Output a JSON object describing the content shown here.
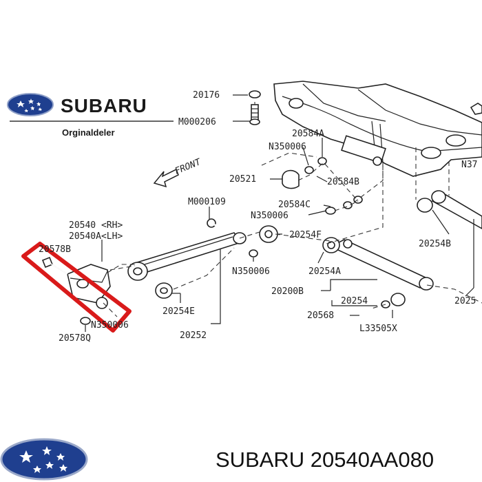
{
  "logo_top": {
    "wordmark": "SUBARU",
    "subtitle": "Orginaldeler"
  },
  "front_label": "FRONT",
  "labels": {
    "l20176": "20176",
    "lM000206": "M000206",
    "l20584A": "20584A",
    "lN350006a": "N350006",
    "l20521": "20521",
    "l20584B": "20584B",
    "lM000109": "M000109",
    "l20584C": "20584C",
    "lN350006b": "N350006",
    "l20540rh": "20540 <RH>",
    "l20540lh": "20540A<LH>",
    "l20254F": "20254F",
    "l20254B": "20254B",
    "l20578B": "20578B",
    "lN350006c": "N350006",
    "l20254A": "20254A",
    "l20200B": "20200B",
    "l20254": "20254",
    "l20254E": "20254E",
    "lN0006": "N350006",
    "l20568": "20568",
    "lL33505X": "L33505X",
    "l20578Q": "20578Q",
    "l20252": "20252",
    "lN37": "N37",
    "l2025": "2025"
  },
  "highlight_color": "#d91a1a",
  "brand_color": "#1f3f8f",
  "footer": {
    "caption": "SUBARU 20540AA080"
  }
}
